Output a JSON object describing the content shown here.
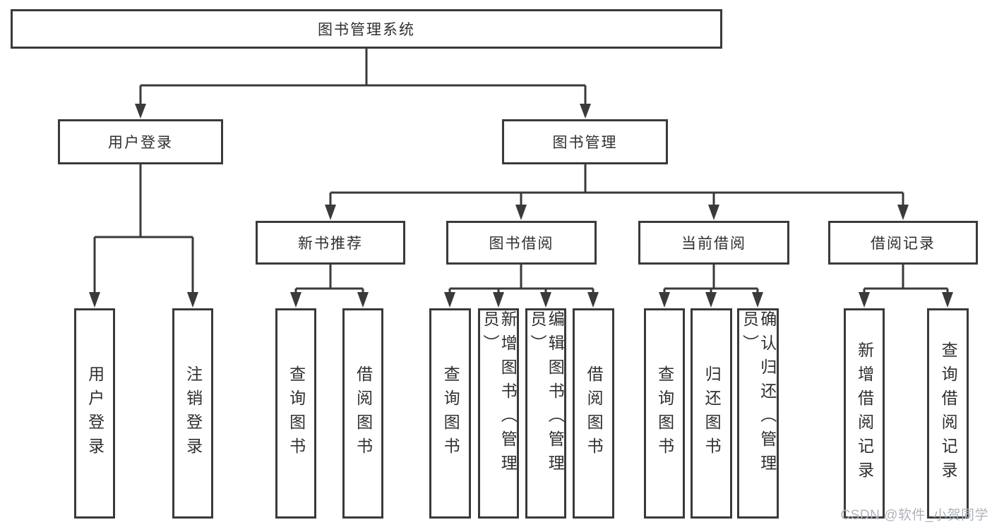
{
  "diagram": {
    "root": "图书管理系统",
    "branches": {
      "user_login": {
        "label": "用户登录",
        "children": [
          "用户登录",
          "注销登录"
        ]
      },
      "book_management": {
        "label": "图书管理",
        "sections": {
          "new_book_recommend": {
            "label": "新书推荐",
            "children": [
              "查询图书",
              "借阅图书"
            ]
          },
          "book_borrow": {
            "label": "图书借阅",
            "children": [
              "查询图书",
              "新增图书（管理员）",
              "编辑图书（管理员）",
              "借阅图书"
            ]
          },
          "current_borrow": {
            "label": "当前借阅",
            "children": [
              "查询图书",
              "归还图书",
              "确认归还（管理员）"
            ]
          },
          "borrow_records": {
            "label": "借阅记录",
            "children": [
              "新增借阅记录",
              "查询借阅记录"
            ]
          }
        }
      }
    }
  },
  "colors": {
    "line": "#3a3a3a",
    "text": "#2f2f2f",
    "watermark": "#adb3bb",
    "background": "#ffffff"
  },
  "watermark": {
    "text": "CSDN @软件_小贺同学"
  }
}
